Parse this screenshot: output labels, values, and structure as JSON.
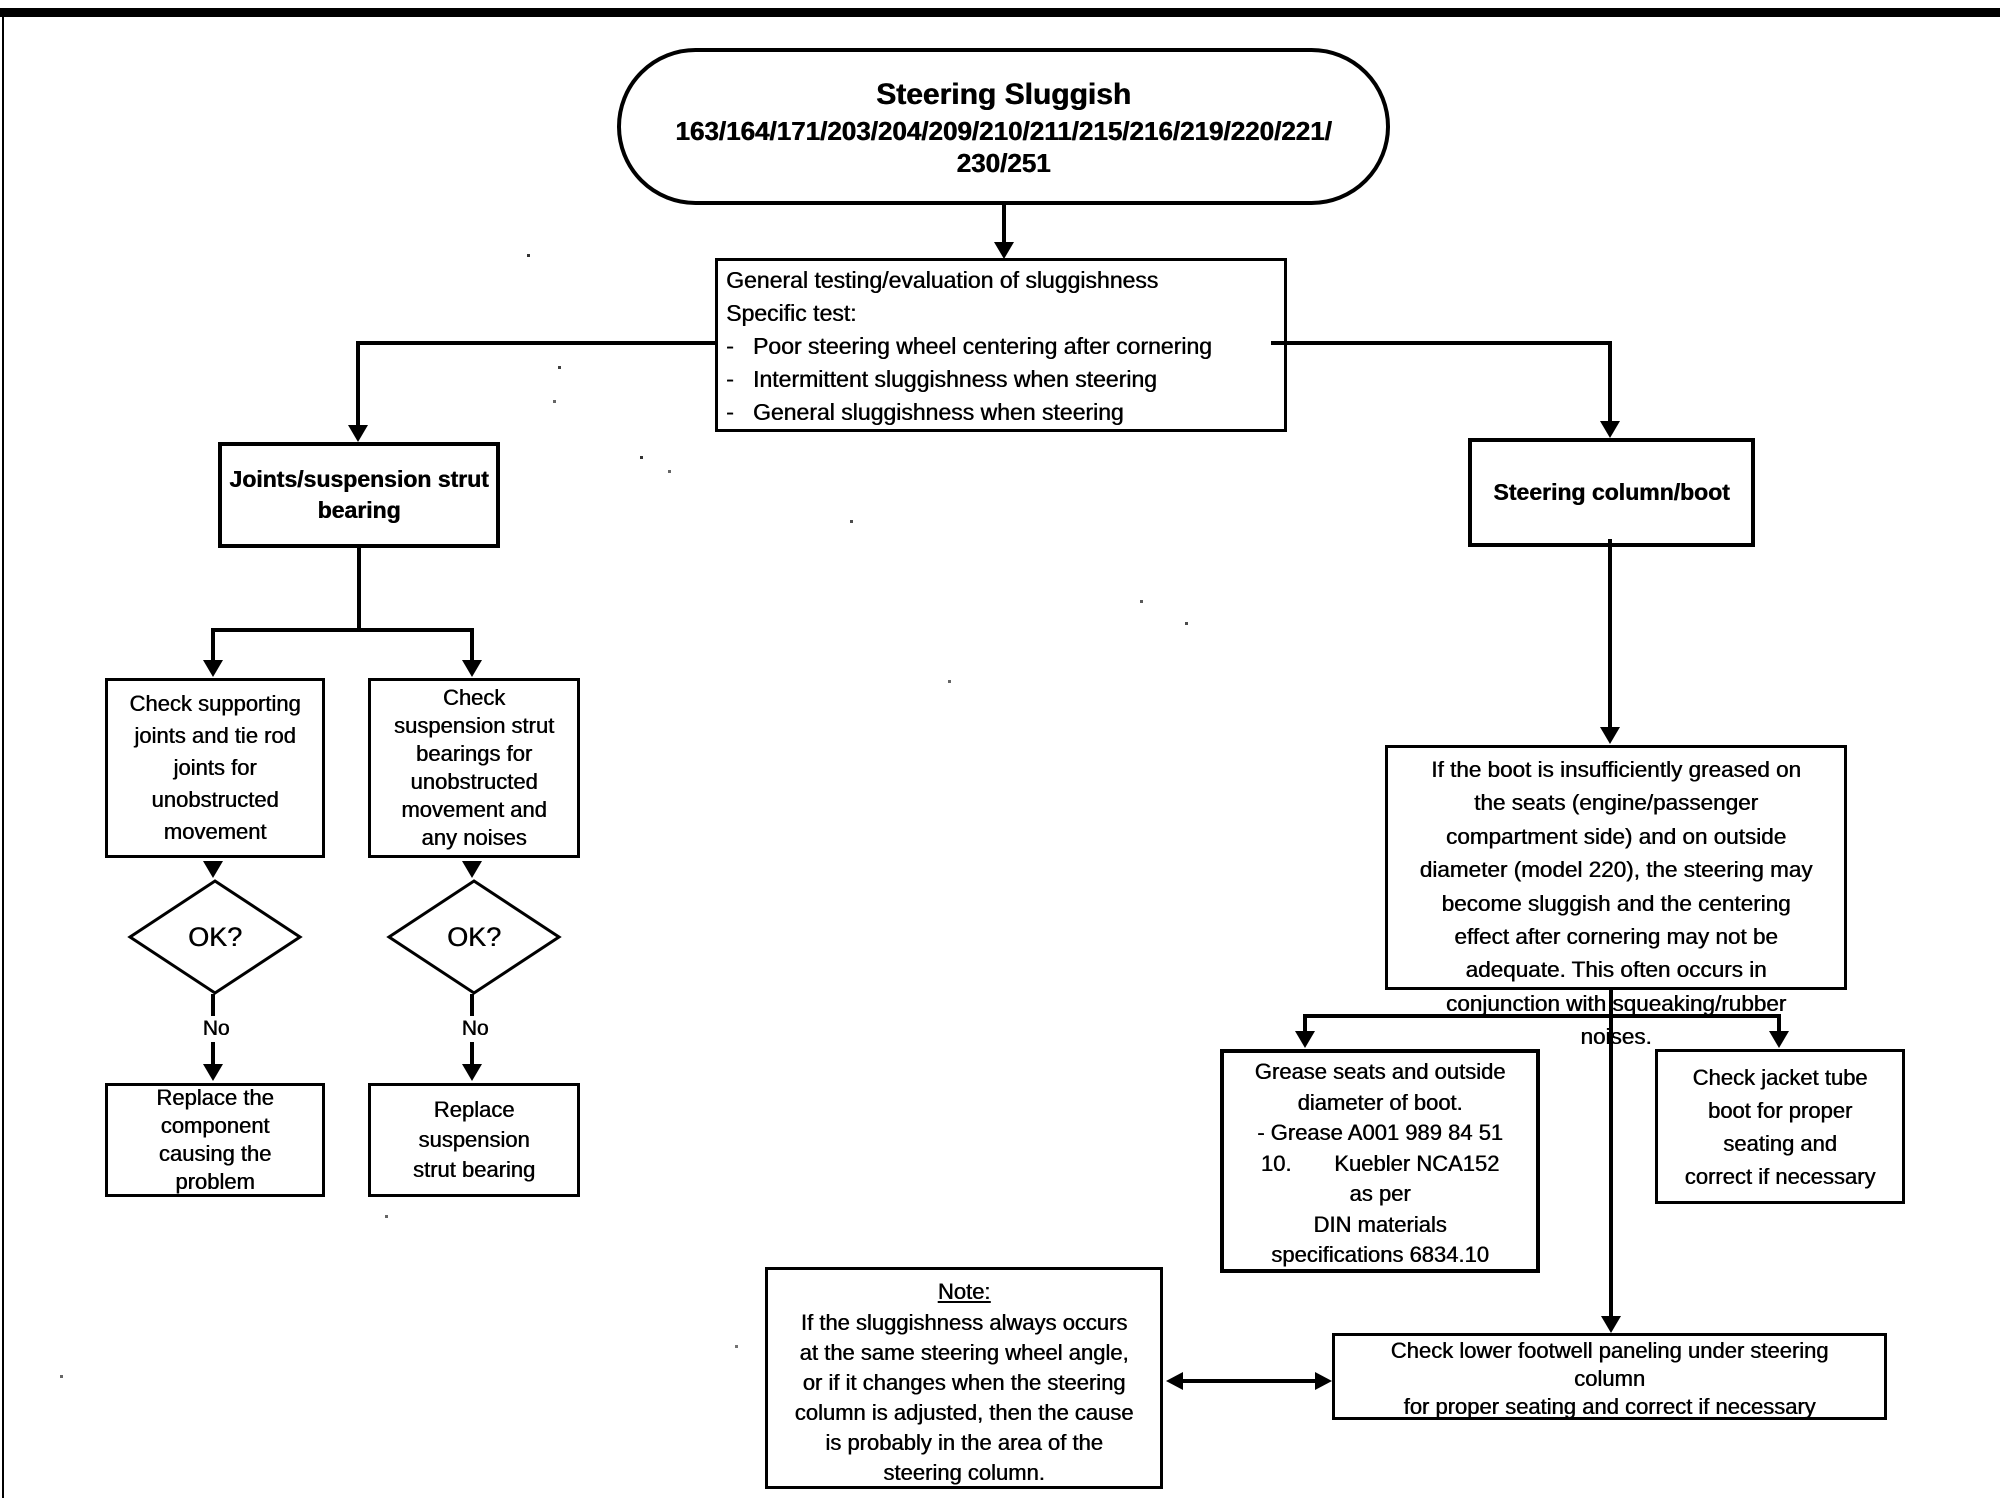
{
  "title_bubble": {
    "line1": "Steering Sluggish",
    "line2": "163/164/171/203/204/209/210/211/215/216/219/220/221/",
    "line3": "230/251"
  },
  "general_box": {
    "text": "General testing/evaluation of sluggishness\nSpecific test:\n-   Poor steering wheel centering after cornering\n-   Intermittent sluggishness when steering\n-   General sluggishness when steering"
  },
  "joints_branch": {
    "label": "Joints/suspension strut bearing"
  },
  "steering_branch": {
    "label": "Steering column/boot"
  },
  "check_supporting": {
    "text": "Check supporting\njoints and tie rod\njoints for\nunobstructed\nmovement"
  },
  "check_strut": {
    "text": "Check\nsuspension strut\nbearings for\nunobstructed\nmovement and\nany noises"
  },
  "decision_left": {
    "label": "OK?",
    "branch_label": "No"
  },
  "decision_right": {
    "label": "OK?",
    "branch_label": "No"
  },
  "replace_component": {
    "text": "Replace the\ncomponent\ncausing the\nproblem"
  },
  "replace_strut": {
    "text": "Replace\nsuspension\nstrut bearing"
  },
  "boot_info": {
    "text": "If the boot is insufficiently greased on\nthe seats (engine/passenger\ncompartment side) and on outside\ndiameter (model 220), the steering may\nbecome sluggish and the centering\neffect after cornering may not be\nadequate. This often occurs in\nconjunction with squeaking/rubber\nnoises."
  },
  "grease_box": {
    "text": "Grease seats and outside\ndiameter of boot.\n- Grease A001 989 84 51\n10.       Kuebler NCA152\nas per\nDIN materials\nspecifications 6834.10"
  },
  "jacket_box": {
    "text": "Check jacket tube\nboot for proper\nseating and\ncorrect if necessary"
  },
  "note_box": {
    "title": "Note:",
    "text": "If the sluggishness always occurs\nat the same steering wheel angle,\nor if it changes when the steering\ncolumn is adjusted, then the cause\nis probably in the area of the\nsteering column."
  },
  "footwell_box": {
    "text": "Check lower footwell paneling under steering\ncolumn\nfor proper seating and correct if necessary"
  }
}
